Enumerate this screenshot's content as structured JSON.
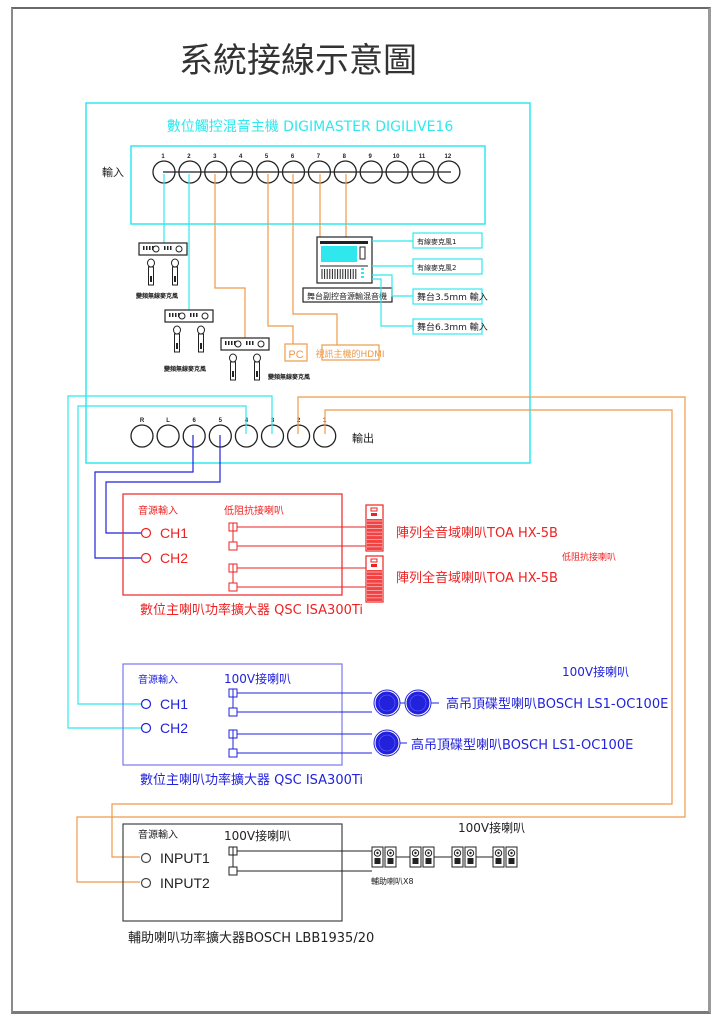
{
  "title": "系統接線示意圖",
  "colors": {
    "cyan": "#2fe8ee",
    "orange": "#ee9a4a",
    "red": "#ee2222",
    "blue": "#2222dd",
    "light_blue": "#7777ee",
    "black": "#222222",
    "gray": "#666666"
  },
  "mixer": {
    "title": "數位觸控混音主機  DIGIMASTER DIGILIVE16",
    "input_label": "輸入",
    "input_numbers": [
      "1",
      "2",
      "3",
      "4",
      "5",
      "6",
      "7",
      "8",
      "9",
      "10",
      "11",
      "12"
    ],
    "output_label": "輸出",
    "output_numbers": [
      "R",
      "L",
      "6",
      "5",
      "4",
      "3",
      "2",
      "1"
    ]
  },
  "sources": {
    "wireless_mic_label": "變頻無線麥克風",
    "wireless_mics": [
      {
        "label": "變頻無線麥克風",
        "input": "1"
      },
      {
        "label": "變頻無線麥克風",
        "input": "2"
      },
      {
        "label": "變頻無線麥克風",
        "input": "3"
      }
    ],
    "pc_label": "PC",
    "hdmi_label": "視訊主機的HDMI",
    "sub_mixer_label": "舞台副控音源輸混音機",
    "sub_mixer_inputs": [
      "有線麥克風1",
      "有線麥克風2",
      "舞台3.5mm 輸入",
      "舞台6.3mm 輸入"
    ]
  },
  "amp1": {
    "input_header": "音源輸入",
    "output_header": "低阻抗接喇叭",
    "channels": [
      "CH1",
      "CH2"
    ],
    "name": "數位主喇叭功率擴大器  QSC  ISA300Ti",
    "speakers": [
      "陣列全音域喇叭TOA  HX-5B",
      "陣列全音域喇叭TOA  HX-5B"
    ],
    "side_note": "低阻抗接喇叭"
  },
  "amp2": {
    "input_header": "音源輸入",
    "output_header": "100V接喇叭",
    "channels": [
      "CH1",
      "CH2"
    ],
    "name": "數位主喇叭功率擴大器  QSC  ISA300Ti",
    "speakers": [
      "高吊頂碟型喇叭BOSCH  LS1-OC100E",
      "高吊頂碟型喇叭BOSCH  LS1-OC100E"
    ],
    "side_note": "100V接喇叭"
  },
  "amp3": {
    "input_header": "音源輸入",
    "output_header": "100V接喇叭",
    "channels": [
      "INPUT1",
      "INPUT2"
    ],
    "name": "輔助喇叭功率擴大器BOSCH  LBB1935/20",
    "speaker_label": "輔助喇叭X8",
    "speaker_count": 8,
    "side_note": "100V接喇叭"
  }
}
